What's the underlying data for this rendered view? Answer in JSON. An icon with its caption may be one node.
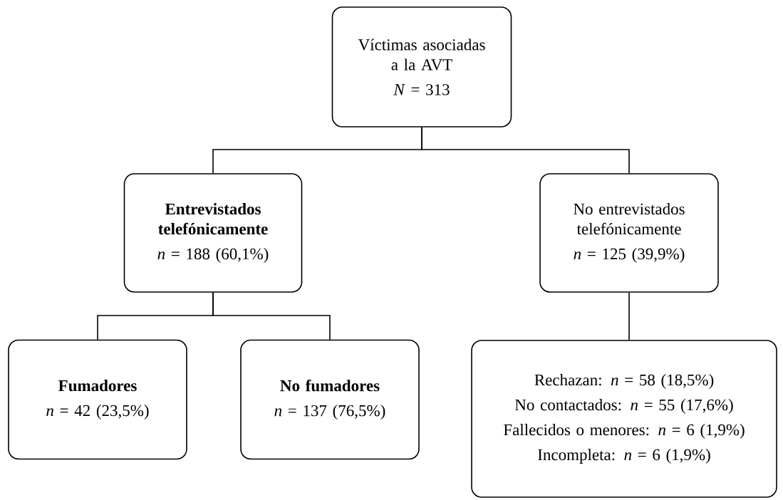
{
  "diagram": {
    "nodes": [
      {
        "text": [
          "Víctimas asociadas a la AVT",
          "*N* = 313"
        ]
      },
      {
        "text": [
          "Entrevistados telefónicamente",
          "*n* = 188 (60,1%)"
        ]
      },
      {
        "text": [
          "No entrevistados telefónicamente",
          "*n* = 125 (39,9%)"
        ]
      },
      {
        "text": [
          "Fumadores",
          "*n* = 42 (23,5%)"
        ]
      },
      {
        "text": [
          "No fumadores",
          "*n* = 137 (76,5%)"
        ]
      },
      {
        "text": [
          "Rechazan: *n* = 58 (18,5%)",
          "No contactados: *n* = 55 (17,6%)",
          "Fallecidos o menores: *n* = 6 (1,9%)",
          "Incompleta: *n* = 6 (1,9%)"
        ]
      }
    ],
    "edges": [
      {
        "from": 0,
        "to": 1,
        "arrow": "none"
      },
      {
        "from": 0,
        "to": 2,
        "arrow": "none"
      },
      {
        "from": 1,
        "to": 3,
        "arrow": "none"
      },
      {
        "from": 1,
        "to": 4,
        "arrow": "none"
      },
      {
        "from": 2,
        "to": 5,
        "arrow": "none"
      }
    ]
  }
}
